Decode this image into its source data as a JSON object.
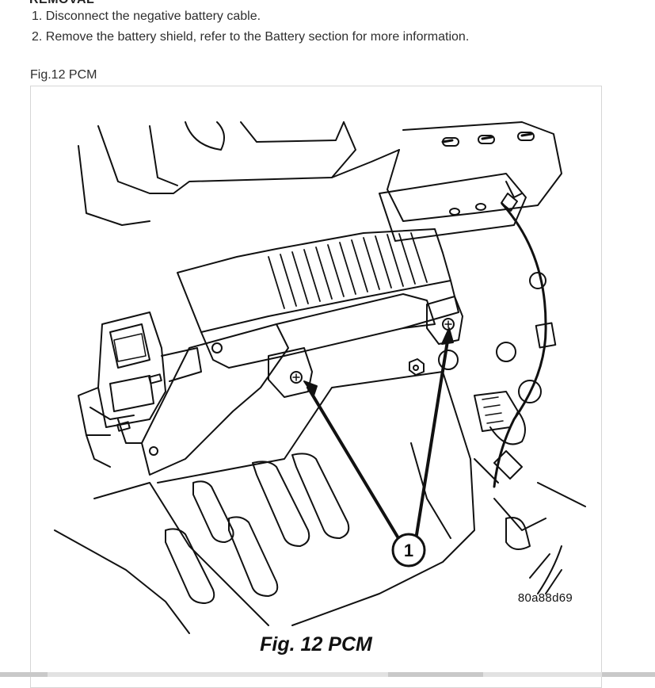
{
  "section_heading": "REMOVAL",
  "steps": [
    "1. Disconnect the negative battery cable.",
    "2. Remove the battery shield, refer to the Battery section for more information."
  ],
  "figure": {
    "caption_above": "Fig.12 PCM",
    "callout_number": "1",
    "image_code": "80a88d69",
    "title": "Fig. 12 PCM"
  }
}
